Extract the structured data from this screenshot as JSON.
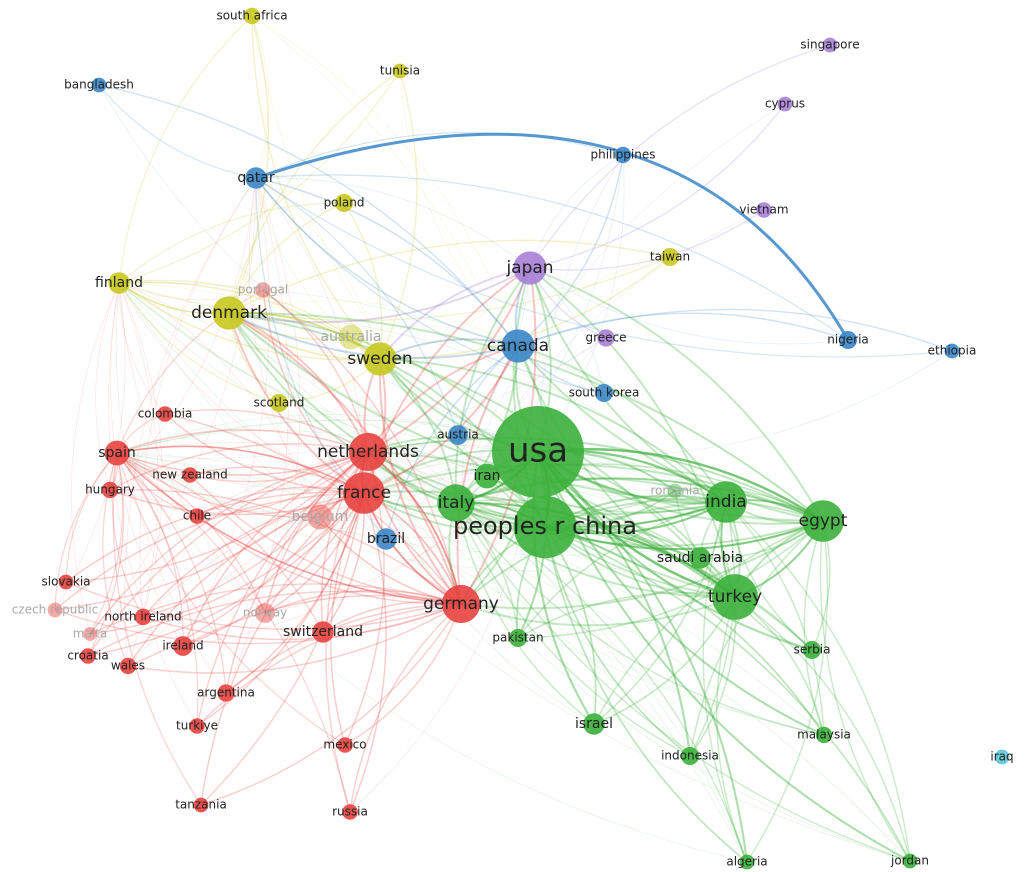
{
  "colors": {
    "red": "#e8423f",
    "green": "#3bb03b",
    "blue": "#3a86c8",
    "yellow": "#c8c820",
    "purple": "#a77fd6",
    "cyan": "#5bc8d8"
  },
  "nodes": [
    {
      "id": "usa",
      "label": "usa",
      "cluster": "green",
      "weight": 10
    },
    {
      "id": "china",
      "label": "peoples r china",
      "cluster": "green",
      "weight": 6.5
    },
    {
      "id": "italy",
      "label": "italy",
      "cluster": "green",
      "weight": 3.5
    },
    {
      "id": "iran",
      "label": "iran",
      "cluster": "green",
      "weight": 2
    },
    {
      "id": "india",
      "label": "india",
      "cluster": "green",
      "weight": 4
    },
    {
      "id": "egypt",
      "label": "egypt",
      "cluster": "green",
      "weight": 4
    },
    {
      "id": "turkey",
      "label": "turkey",
      "cluster": "green",
      "weight": 4.5
    },
    {
      "id": "saudi",
      "label": "saudi arabia",
      "cluster": "green",
      "weight": 1.6
    },
    {
      "id": "romania",
      "label": "romania",
      "cluster": "green",
      "weight": 0.8,
      "faint": true
    },
    {
      "id": "pakistan",
      "label": "pakistan",
      "cluster": "green",
      "weight": 1.2
    },
    {
      "id": "serbia",
      "label": "serbia",
      "cluster": "green",
      "weight": 1.2
    },
    {
      "id": "israel",
      "label": "israel",
      "cluster": "green",
      "weight": 1.6
    },
    {
      "id": "indonesia",
      "label": "indonesia",
      "cluster": "green",
      "weight": 1.2
    },
    {
      "id": "malaysia",
      "label": "malaysia",
      "cluster": "green",
      "weight": 1
    },
    {
      "id": "algeria",
      "label": "algeria",
      "cluster": "green",
      "weight": 0.8
    },
    {
      "id": "jordan",
      "label": "jordan",
      "cluster": "green",
      "weight": 0.8
    },
    {
      "id": "iraq",
      "label": "iraq",
      "cluster": "cyan",
      "weight": 0.8
    },
    {
      "id": "netherlands",
      "label": "netherlands",
      "cluster": "red",
      "weight": 3.6
    },
    {
      "id": "france",
      "label": "france",
      "cluster": "red",
      "weight": 4
    },
    {
      "id": "germany",
      "label": "germany",
      "cluster": "red",
      "weight": 3.6
    },
    {
      "id": "spain",
      "label": "spain",
      "cluster": "red",
      "weight": 2
    },
    {
      "id": "colombia",
      "label": "colombia",
      "cluster": "red",
      "weight": 0.9
    },
    {
      "id": "newzealand",
      "label": "new zealand",
      "cluster": "red",
      "weight": 0.9
    },
    {
      "id": "hungary",
      "label": "hungary",
      "cluster": "red",
      "weight": 1
    },
    {
      "id": "chile",
      "label": "chile",
      "cluster": "red",
      "weight": 0.9
    },
    {
      "id": "belgium",
      "label": "belgium",
      "cluster": "red",
      "weight": 2,
      "faint": true
    },
    {
      "id": "slovakia",
      "label": "slovakia",
      "cluster": "red",
      "weight": 0.8
    },
    {
      "id": "czech",
      "label": "czech republic",
      "cluster": "red",
      "weight": 0.8,
      "faint": true
    },
    {
      "id": "northireland",
      "label": "north ireland",
      "cluster": "red",
      "weight": 1
    },
    {
      "id": "norway",
      "label": "norway",
      "cluster": "red",
      "weight": 1.4,
      "faint": true
    },
    {
      "id": "malta",
      "label": "malta",
      "cluster": "red",
      "weight": 0.7,
      "faint": true
    },
    {
      "id": "croatia",
      "label": "croatia",
      "cluster": "red",
      "weight": 0.9
    },
    {
      "id": "wales",
      "label": "wales",
      "cluster": "red",
      "weight": 1
    },
    {
      "id": "ireland",
      "label": "ireland",
      "cluster": "red",
      "weight": 1.4
    },
    {
      "id": "switzerland",
      "label": "switzerland",
      "cluster": "red",
      "weight": 1.6
    },
    {
      "id": "argentina",
      "label": "argentina",
      "cluster": "red",
      "weight": 1.1
    },
    {
      "id": "turkiye",
      "label": "turkiye",
      "cluster": "red",
      "weight": 0.9
    },
    {
      "id": "mexico",
      "label": "mexico",
      "cluster": "red",
      "weight": 0.9
    },
    {
      "id": "tanzania",
      "label": "tanzania",
      "cluster": "red",
      "weight": 0.8
    },
    {
      "id": "russia",
      "label": "russia",
      "cluster": "red",
      "weight": 0.9
    },
    {
      "id": "portugal",
      "label": "portugal",
      "cluster": "red",
      "weight": 0.9,
      "faint": true
    },
    {
      "id": "denmark",
      "label": "denmark",
      "cluster": "yellow",
      "weight": 3
    },
    {
      "id": "sweden",
      "label": "sweden",
      "cluster": "yellow",
      "weight": 3
    },
    {
      "id": "finland",
      "label": "finland",
      "cluster": "yellow",
      "weight": 1.6
    },
    {
      "id": "scotland",
      "label": "scotland",
      "cluster": "yellow",
      "weight": 1.2
    },
    {
      "id": "australia",
      "label": "australia",
      "cluster": "yellow",
      "weight": 2,
      "faint": true
    },
    {
      "id": "poland",
      "label": "poland",
      "cluster": "yellow",
      "weight": 1.2
    },
    {
      "id": "southafrica",
      "label": "south africa",
      "cluster": "yellow",
      "weight": 1
    },
    {
      "id": "tunisia",
      "label": "tunisia",
      "cluster": "yellow",
      "weight": 0.8
    },
    {
      "id": "taiwan",
      "label": "taiwan",
      "cluster": "yellow",
      "weight": 1.2
    },
    {
      "id": "canada",
      "label": "canada",
      "cluster": "blue",
      "weight": 3
    },
    {
      "id": "austria",
      "label": "austria",
      "cluster": "blue",
      "weight": 1.4
    },
    {
      "id": "brazil",
      "label": "brazil",
      "cluster": "blue",
      "weight": 1.6
    },
    {
      "id": "qatar",
      "label": "qatar",
      "cluster": "blue",
      "weight": 1.6
    },
    {
      "id": "bangladesh",
      "label": "bangladesh",
      "cluster": "blue",
      "weight": 0.8
    },
    {
      "id": "philippines",
      "label": "philippines",
      "cluster": "blue",
      "weight": 1
    },
    {
      "id": "southkorea",
      "label": "south korea",
      "cluster": "blue",
      "weight": 1.2
    },
    {
      "id": "nigeria",
      "label": "nigeria",
      "cluster": "blue",
      "weight": 1.2
    },
    {
      "id": "ethiopia",
      "label": "ethiopia",
      "cluster": "blue",
      "weight": 0.8
    },
    {
      "id": "japan",
      "label": "japan",
      "cluster": "purple",
      "weight": 3
    },
    {
      "id": "greece",
      "label": "greece",
      "cluster": "purple",
      "weight": 1.1
    },
    {
      "id": "singapore",
      "label": "singapore",
      "cluster": "purple",
      "weight": 0.8
    },
    {
      "id": "cyprus",
      "label": "cyprus",
      "cluster": "purple",
      "weight": 0.8
    },
    {
      "id": "vietnam",
      "label": "vietnam",
      "cluster": "purple",
      "weight": 0.9
    }
  ],
  "highlight_edge": {
    "source": "qatar",
    "target": "nigeria",
    "color": "#3a86c8"
  }
}
